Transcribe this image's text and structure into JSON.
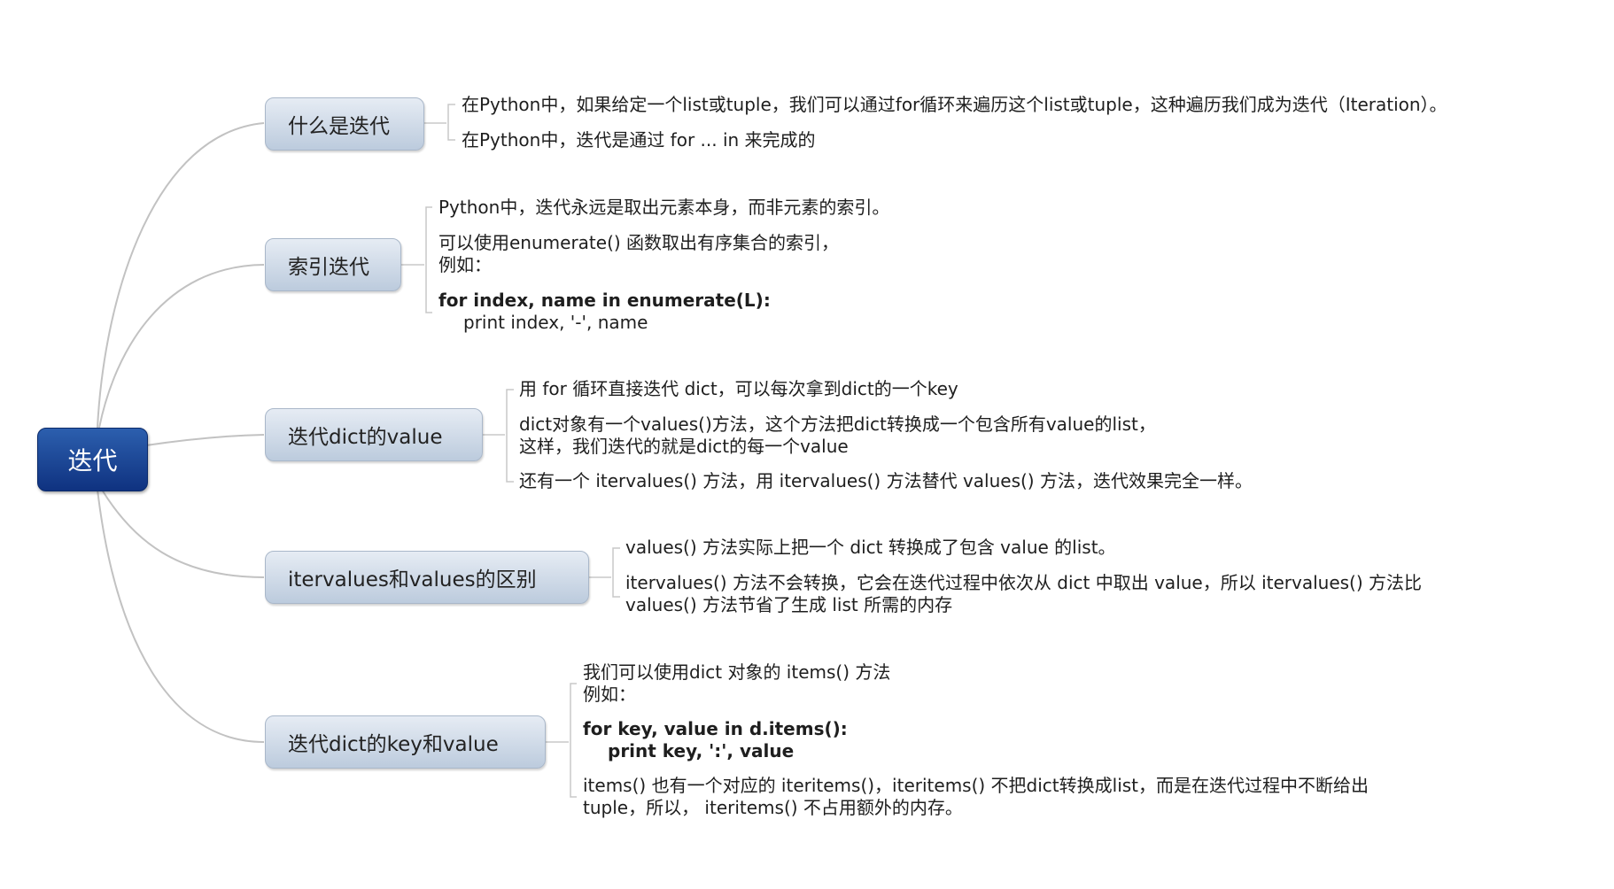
{
  "colors": {
    "root_fill": "#1a43a0",
    "topic_fill": "#d3dde9",
    "line": "#bdbdbd"
  },
  "root": {
    "label": "迭代"
  },
  "branches": [
    {
      "label": "什么是迭代",
      "notes": [
        "在Python中，如果给定一个list或tuple，我们可以通过for循环来遍历这个list或tuple，这种遍历我们成为迭代（Iteration）。",
        "在Python中，迭代是通过 for ... in 来完成的"
      ]
    },
    {
      "label": "索引迭代",
      "notes": [
        "Python中，迭代永远是取出元素本身，而非元素的索引。",
        [
          "可以使用enumerate() 函数取出有序集合的索引，",
          "例如："
        ],
        [
          "for index, name in enumerate(L):",
          "print index, '-', name"
        ]
      ]
    },
    {
      "label": "迭代dict的value",
      "notes": [
        "用 for 循环直接迭代 dict，可以每次拿到dict的一个key",
        [
          "dict对象有一个values()方法，这个方法把dict转换成一个包含所有value的list，",
          "这样，我们迭代的就是dict的每一个value"
        ],
        "还有一个 itervalues() 方法，用 itervalues() 方法替代 values() 方法，迭代效果完全一样。"
      ]
    },
    {
      "label": "itervalues和values的区别",
      "notes": [
        "values() 方法实际上把一个 dict 转换成了包含 value 的list。",
        [
          "itervalues() 方法不会转换，它会在迭代过程中依次从 dict 中取出 value，所以 itervalues() 方法比",
          "values() 方法节省了生成 list 所需的内存"
        ]
      ]
    },
    {
      "label": "迭代dict的key和value",
      "notes": [
        [
          "我们可以使用dict 对象的 items() 方法",
          "例如："
        ],
        [
          "for key, value in d.items():",
          "print key, ':', value"
        ],
        [
          "items() 也有一个对应的 iteritems()，iteritems() 不把dict转换成list，而是在迭代过程中不断给出",
          "tuple，所以， iteritems() 不占用额外的内存。"
        ]
      ]
    }
  ]
}
